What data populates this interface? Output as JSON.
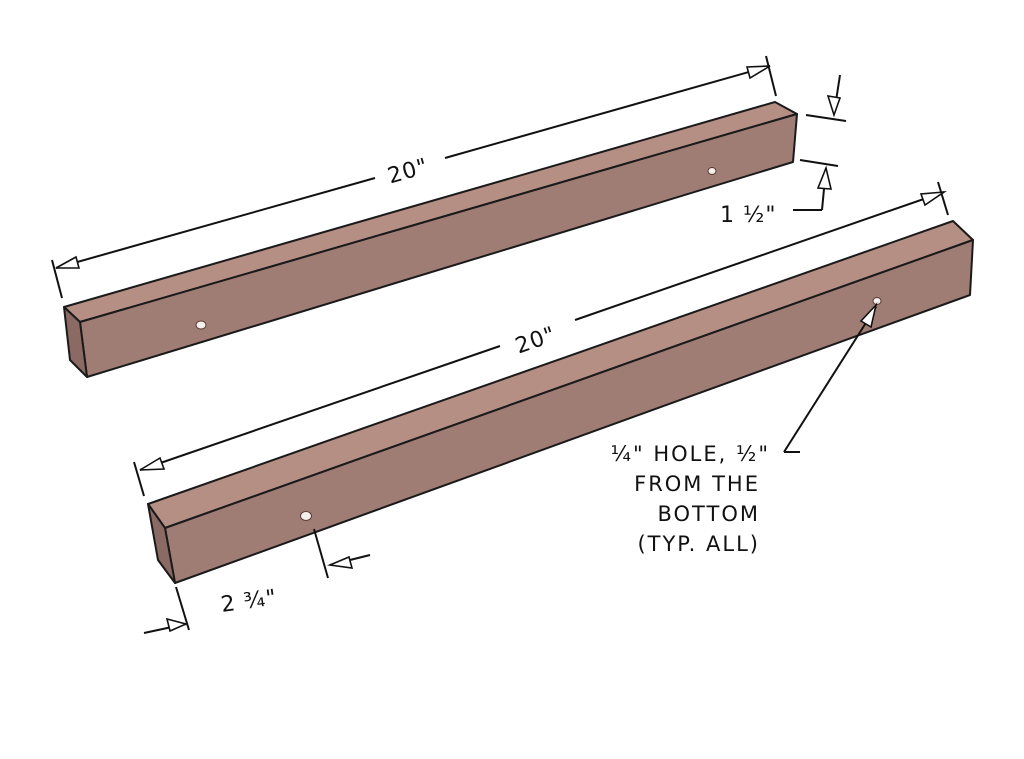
{
  "diagram": {
    "type": "technical-drawing",
    "colors": {
      "board_face": "#a07d74",
      "board_top": "#b38c82",
      "board_end": "#8a6a62",
      "line": "#111111",
      "hole": "#f4efec",
      "background": "#ffffff"
    },
    "labels": {
      "top_board_length": "20\"",
      "bottom_board_length": "20\"",
      "board_height": "1 ½\"",
      "hole_offset": "2 ¾\"",
      "hole_note_line1": "¼\" HOLE, ½\"",
      "hole_note_line2": "FROM THE",
      "hole_note_line3": "BOTTOM",
      "hole_note_line4": "(TYP. ALL)"
    }
  }
}
